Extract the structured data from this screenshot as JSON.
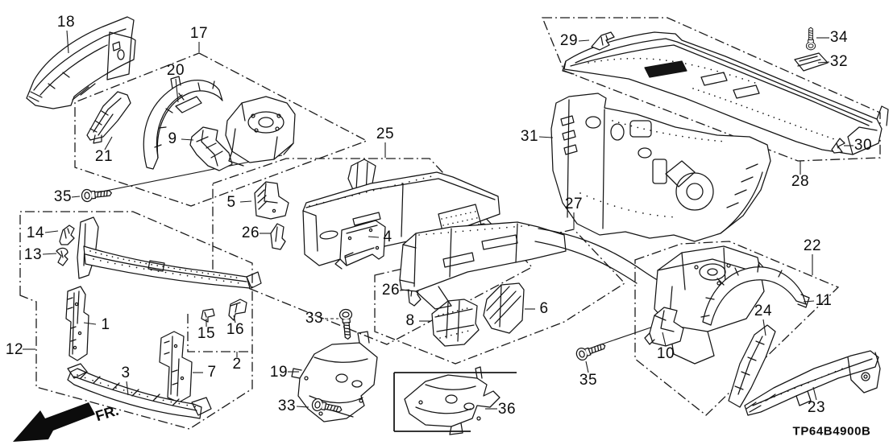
{
  "diagram": {
    "code": "TP64B4900B",
    "direction": "FR."
  },
  "callouts": {
    "c18": "18",
    "c17": "17",
    "c20": "20",
    "c21": "21",
    "c9": "9",
    "c35a": "35",
    "c14": "14",
    "c13": "13",
    "c12": "12",
    "c1": "1",
    "c15": "15",
    "c16": "16",
    "c2": "2",
    "c3": "3",
    "c7": "7",
    "c5": "5",
    "c26a": "26",
    "c25": "25",
    "c4": "4",
    "c26b": "26",
    "c33a": "33",
    "c8": "8",
    "c6": "6",
    "c19": "19",
    "c33b": "33",
    "c36": "36",
    "c27": "27",
    "c29": "29",
    "c31": "31",
    "c34": "34",
    "c32": "32",
    "c30": "30",
    "c28": "28",
    "c22": "22",
    "c11": "11",
    "c24": "24",
    "c10": "10",
    "c35b": "35",
    "c23": "23"
  }
}
